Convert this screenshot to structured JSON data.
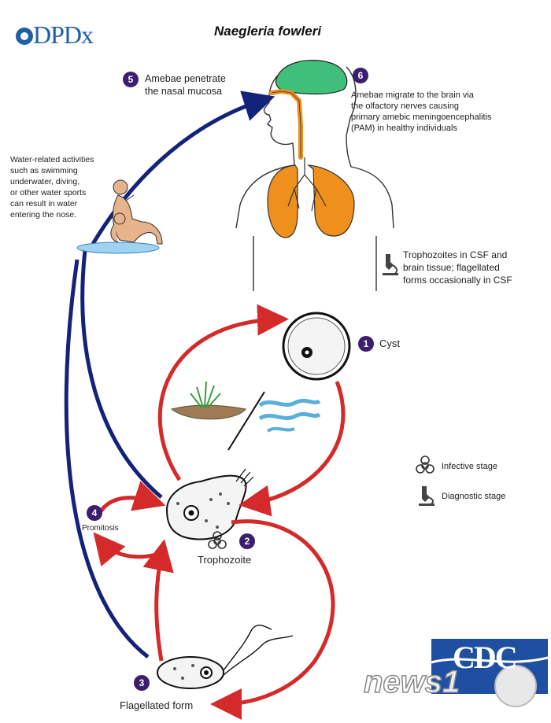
{
  "logo": {
    "text": "DPDx"
  },
  "title": "Naegleria fowleri",
  "steps": {
    "s1": {
      "num": "1",
      "label": "Cyst"
    },
    "s2": {
      "num": "2",
      "label": "Trophozoite"
    },
    "s3": {
      "num": "3",
      "label": "Flagellated form"
    },
    "s4": {
      "num": "4",
      "label": "Promitosis"
    },
    "s5": {
      "num": "5",
      "line1": "Amebae penetrate",
      "line2": "the nasal mucosa"
    },
    "s6": {
      "num": "6",
      "line1": "Amebae migrate to the brain via",
      "line2": "the olfactory nerves causing",
      "line3": "primary amebic meningoencephalitis",
      "line4": "(PAM) in healthy individuals"
    }
  },
  "water_note": {
    "line1": "Water-related activities",
    "line2": "such as swimming",
    "line3": "underwater, diving,",
    "line4": "or other water sports",
    "line5": "can result in water",
    "line6": "entering the nose."
  },
  "csf_note": {
    "line1": "Trophozoites in CSF and",
    "line2": "brain tissue; flagellated",
    "line3": "forms occasionally in CSF"
  },
  "legend": {
    "infective": "Infective stage",
    "diagnostic": "Diagnostic stage"
  },
  "colors": {
    "red_arrow": "#d42a2a",
    "blue_arrow": "#14237a",
    "brain": "#3fbf7a",
    "lungs": "#f0901c",
    "step_badge": "#3b1e6e",
    "cdc_blue": "#1f4fa0"
  },
  "icons": [
    "biohazard-icon",
    "microscope-icon"
  ],
  "watermark": {
    "text": "news1"
  },
  "corner_logo": {
    "text": "CDC"
  }
}
